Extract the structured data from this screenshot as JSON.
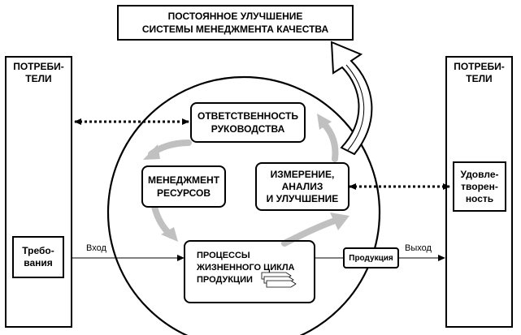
{
  "title": "ПОСТОЯННОЕ УЛУЧШЕНИЕ\nСИСТЕМЫ МЕНЕДЖМЕНТА КАЧЕСТВА",
  "left_customers": "ПОТРЕБИ-\nТЕЛИ",
  "right_customers": "ПОТРЕБИ-\nТЕЛИ",
  "requirements": "Требо-\nвания",
  "satisfaction": "Удовле-\nтворен-\nность",
  "management_responsibility": "ОТВЕТСТВЕННОСТЬ\nРУКОВОДСТВА",
  "resource_management": "МЕНЕДЖМЕНТ\nРЕСУРСОВ",
  "measurement": "ИЗМЕРЕНИЕ,\nАНАЛИЗ\nИ УЛУЧШЕНИЕ",
  "processes": "ПРОЦЕССЫ\nЖИЗНЕННОГО ЦИКЛА\nПРОДУКЦИИ",
  "product": "Продукция",
  "input_label": "Вход",
  "output_label": "Выход"
}
